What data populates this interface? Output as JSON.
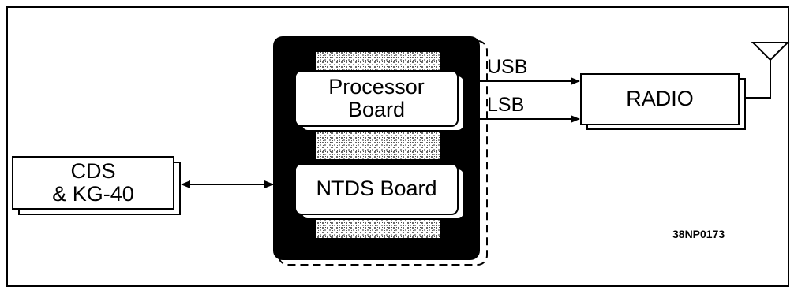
{
  "diagram": {
    "blocks": {
      "cds": "CDS\n& KG-40",
      "processor": "Processor\nBoard",
      "ntds": "NTDS Board",
      "radio": "RADIO"
    },
    "signals": {
      "usb": "USB",
      "lsb": "LSB"
    },
    "figure_id": "38NP0173",
    "colors": {
      "line": "#000000",
      "background": "#ffffff",
      "texture": "#8a8a8a"
    },
    "icons": {
      "antenna": "antenna-icon"
    }
  }
}
